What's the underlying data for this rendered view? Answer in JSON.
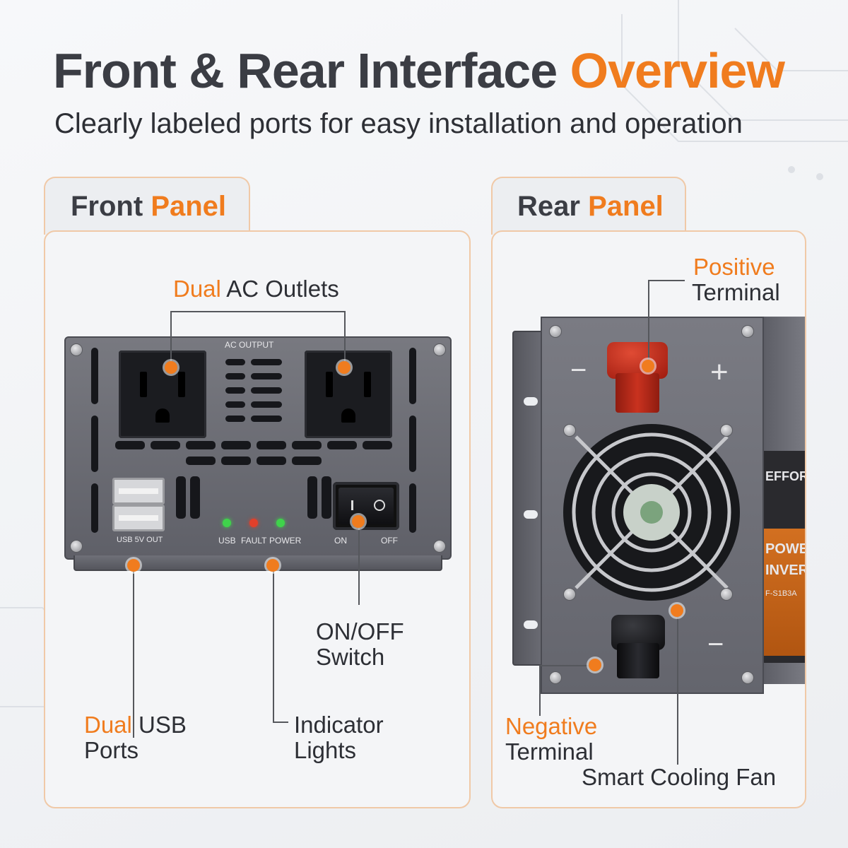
{
  "header": {
    "title_main": "Front & Rear Interface",
    "title_accent": "Overview",
    "subtitle": "Clearly labeled ports for easy installation and operation"
  },
  "front": {
    "tab_main": "Front",
    "tab_accent": "Panel",
    "device_text": {
      "ac_output": "AC OUTPUT",
      "usb_out": "USB 5V OUT",
      "led_usb": "USB",
      "led_fault": "FAULT",
      "led_power": "POWER",
      "switch_on": "ON",
      "switch_off": "OFF"
    },
    "callouts": {
      "ac_accent": "Dual",
      "ac_main": "AC Outlets",
      "usb_accent": "Dual",
      "usb_main": "USB",
      "usb_line2": "Ports",
      "indicator_line1": "Indicator",
      "indicator_line2": "Lights",
      "switch_line1": "ON/OFF",
      "switch_line2": "Switch"
    }
  },
  "rear": {
    "tab_main": "Rear",
    "tab_accent": "Panel",
    "device_text": {
      "brand": "EFFORT",
      "product_line1": "POWER",
      "product_line2": "INVERT",
      "model": "F-S1B3A",
      "plus_sign": "+",
      "minus_sign_top": "−",
      "minus_sign_bottom": "−"
    },
    "callouts": {
      "positive_accent": "Positive",
      "positive_main": "Terminal",
      "negative_accent": "Negative",
      "negative_main": "Terminal",
      "fan": "Smart Cooling Fan"
    }
  },
  "colors": {
    "accent": "#f07c1e",
    "text_dark": "#3b3d44",
    "panel_border": "#f0c9a7",
    "device_body": "#6d6e76"
  }
}
